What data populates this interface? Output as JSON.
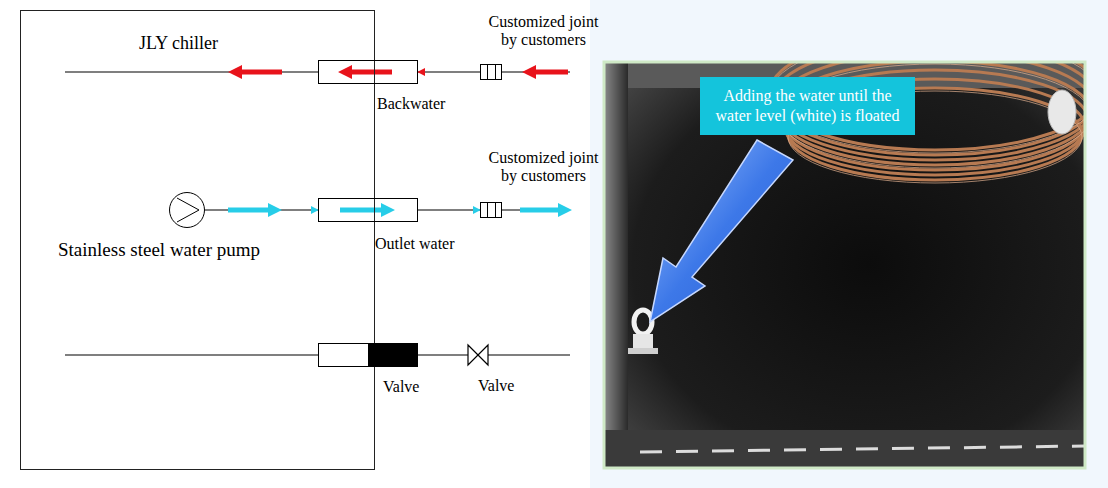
{
  "diagram": {
    "nodes": [
      {
        "text": [
          "JLY chiller"
        ]
      },
      {
        "text": [
          "Backwater"
        ]
      },
      {
        "text": [
          "Customized joint by customers"
        ]
      },
      {
        "text": [
          "Stainless steel water pump"
        ],
        "in": 0
      },
      {
        "text": [
          "Outlet water"
        ]
      },
      {
        "text": [
          "Customized joint by customers"
        ]
      },
      {
        "text": [
          "Valve"
        ]
      },
      {
        "text": [
          "Valve"
        ]
      },
      {
        "text": [
          "Adding the water until the water level (white) is floated"
        ]
      }
    ],
    "edges": [
      {
        "from": 2,
        "to": 1,
        "arrow": "to"
      },
      {
        "from": 3,
        "to": 4,
        "arrow": "to"
      },
      {
        "from": 4,
        "to": 5,
        "arrow": "to"
      },
      {
        "from": 6,
        "to": 7,
        "arrow": "none"
      }
    ]
  }
}
